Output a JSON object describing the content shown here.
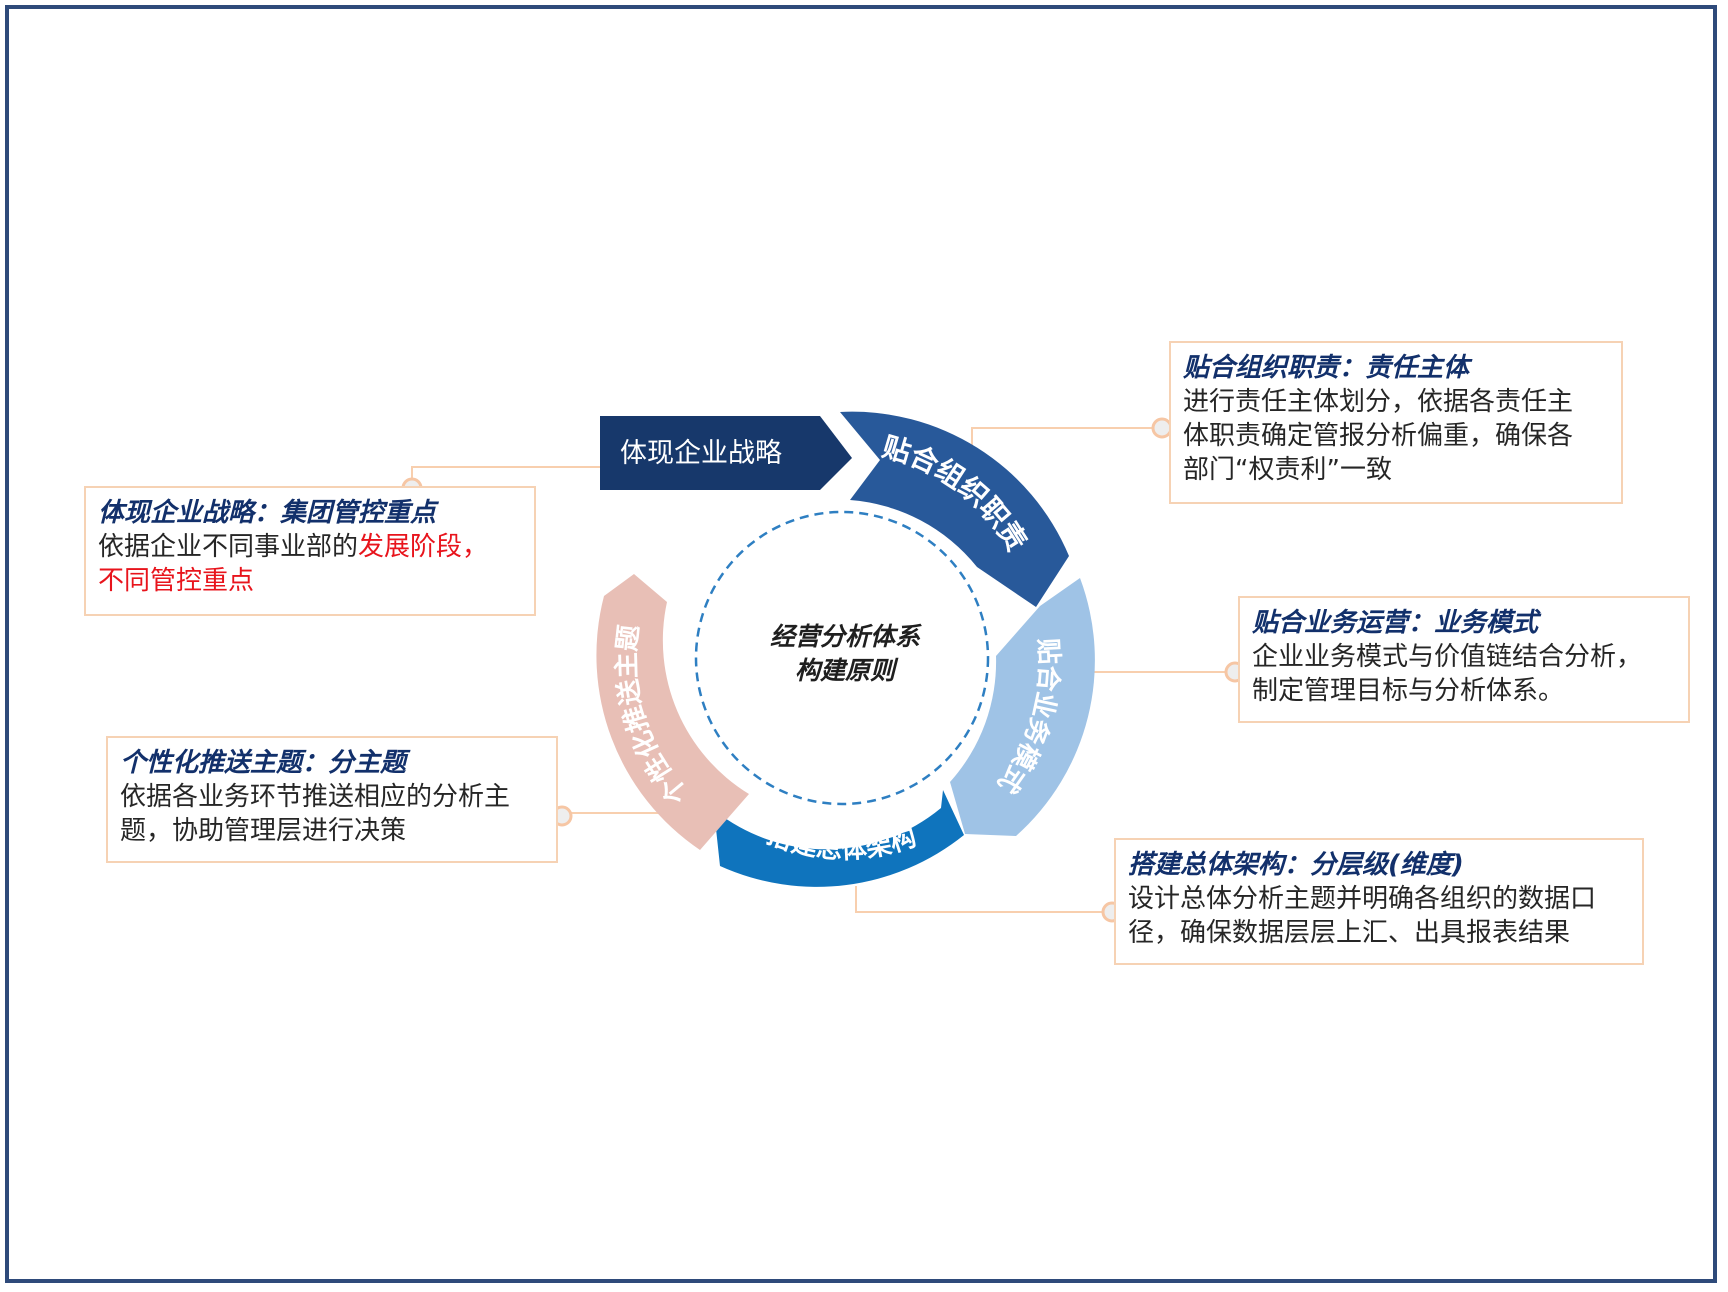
{
  "center": {
    "line1": "经营分析体系",
    "line2": "构建原则"
  },
  "ring": {
    "top_arrow_label": "体现企业战略",
    "seg_org": "贴合组织职责",
    "seg_business": "贴合业务模式",
    "seg_arch": "搭建总体架构",
    "seg_push": "个性化推送主题"
  },
  "colors": {
    "dark_navy": "#17386b",
    "seg_org": "#28599a",
    "seg_business": "#9fc3e6",
    "seg_arch": "#0f74bd",
    "seg_push": "#e8bfb6",
    "box_border": "#f6d2b4",
    "title_text": "#12306b",
    "highlight": "#e8141c"
  },
  "boxes": {
    "strategy": {
      "title": "体现企业战略：集团管控重点",
      "body_prefix": "依据企业不同事业部的",
      "body_highlight1": "发展阶段，",
      "body_highlight2": "不同管控重点"
    },
    "org": {
      "title": "贴合组织职责：责任主体",
      "line1": "进行责任主体划分，依据各责任主",
      "line2": "体职责确定管报分析偏重，确保各",
      "line3": "部门“权责利”一致"
    },
    "business": {
      "title": "贴合业务运营：业务模式",
      "line1": "企业业务模式与价值链结合分析，",
      "line2": "制定管理目标与分析体系。"
    },
    "arch": {
      "title": "搭建总体架构：分层级(维度)",
      "line1": "设计总体分析主题并明确各组织的数据口",
      "line2": "径，确保数据层层上汇、出具报表结果"
    },
    "push": {
      "title": "个性化推送主题：分主题",
      "line1": "依据各业务环节推送相应的分析主",
      "line2": "题，协助管理层进行决策"
    }
  }
}
